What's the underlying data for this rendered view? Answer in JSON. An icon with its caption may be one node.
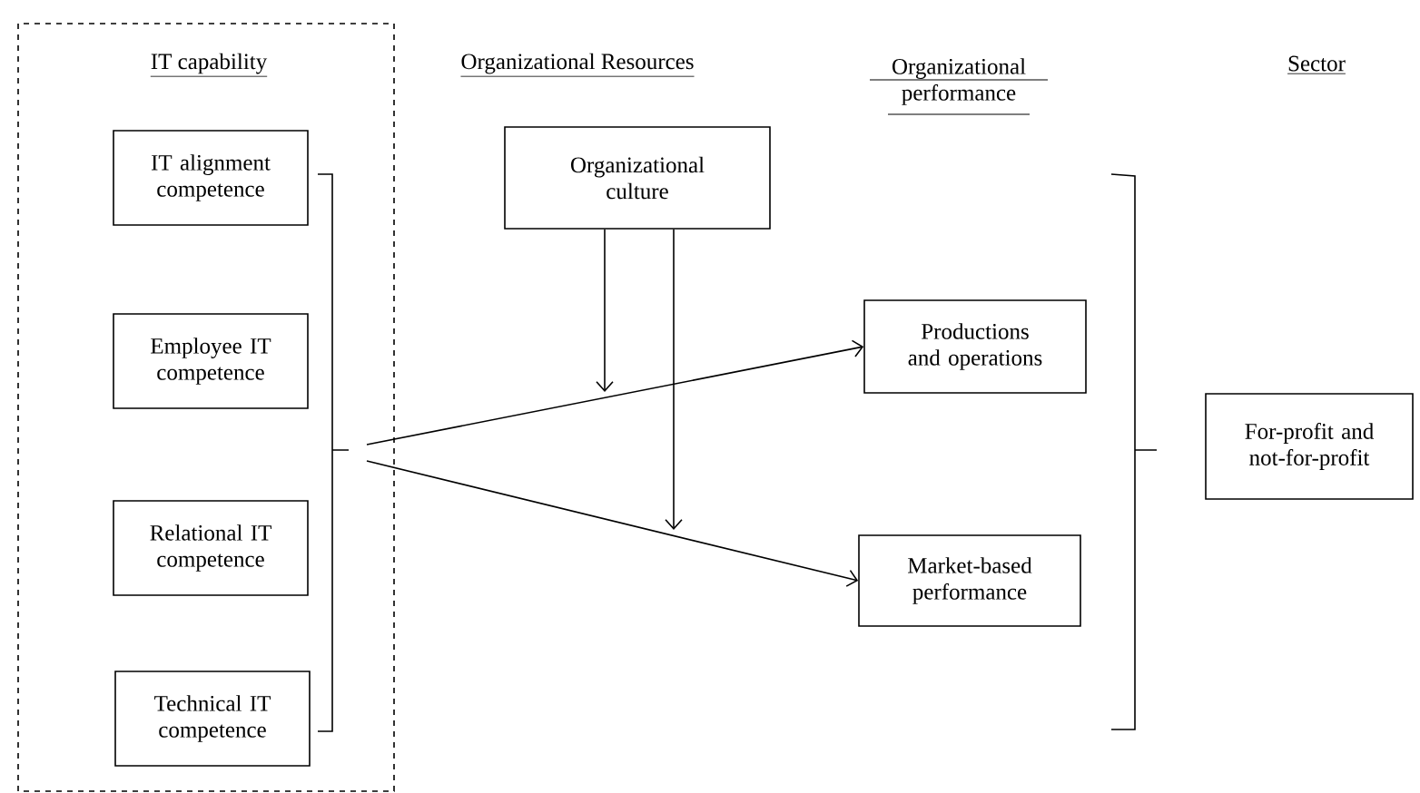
{
  "diagram": {
    "nodes": [
      {
        "text": [
          "IT capability"
        ]
      },
      {
        "text": [
          "IT alignment competence"
        ],
        "in": 0
      },
      {
        "text": [
          "Employee IT competence"
        ],
        "in": 0
      },
      {
        "text": [
          "Relational IT competence"
        ],
        "in": 0
      },
      {
        "text": [
          "Technical IT competence"
        ],
        "in": 0
      },
      {
        "text": [
          "Organizational culture"
        ]
      },
      {
        "text": [
          "Productions and operations"
        ]
      },
      {
        "text": [
          "Market-based performance"
        ]
      },
      {
        "text": [
          "For-profit and not-for-profit"
        ]
      }
    ],
    "edges": [
      {
        "from": null,
        "to": 6,
        "arrow": "to"
      },
      {
        "from": null,
        "to": 7,
        "arrow": "to"
      },
      {
        "from": 5,
        "to": null,
        "arrow": "to"
      },
      {
        "from": 5,
        "to": null,
        "arrow": "to"
      }
    ],
    "labels": [
      "Organizational Resources",
      "Organizational performance",
      "Sector"
    ]
  }
}
